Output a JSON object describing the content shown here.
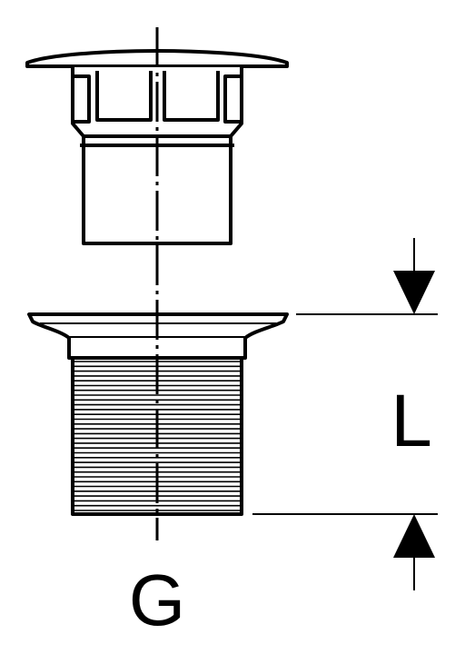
{
  "diagram": {
    "labels": {
      "length": "L",
      "thread": "G"
    },
    "colors": {
      "stroke": "#000000",
      "background": "#ffffff"
    },
    "thread_line_count": 32
  }
}
